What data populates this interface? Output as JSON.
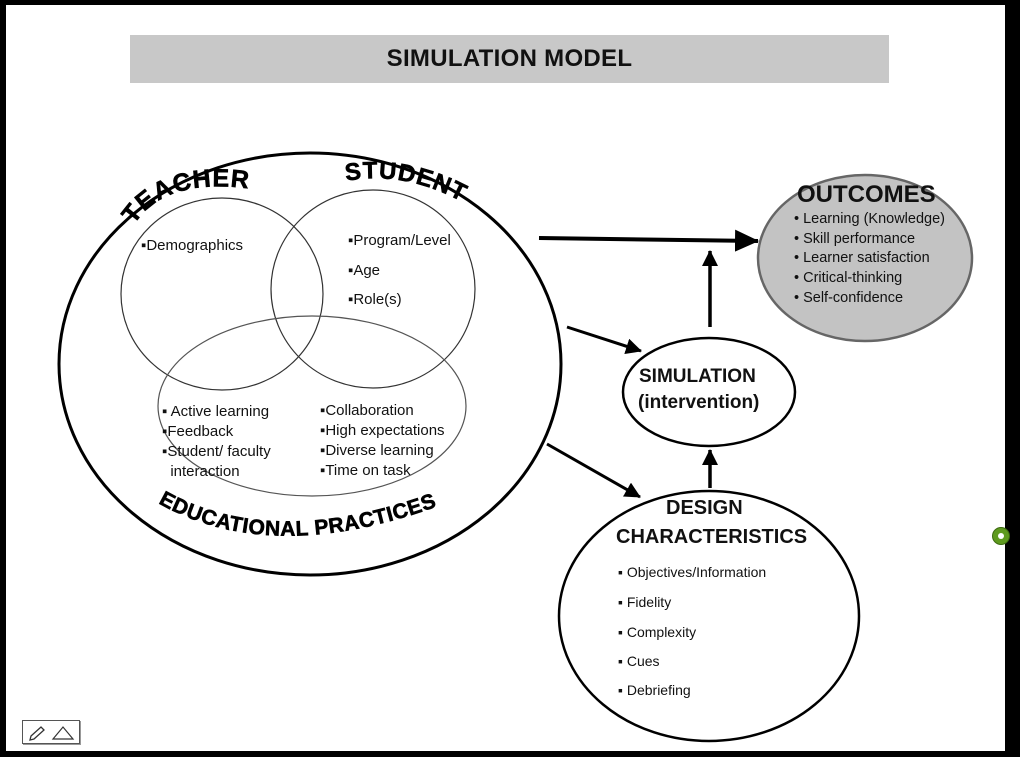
{
  "title": "SIMULATION MODEL",
  "labels": {
    "teacher": "TEACHER",
    "student": "STUDENT",
    "educational_practices": "EDUCATIONAL PRACTICES"
  },
  "teacher_items": [
    "▪Demographics"
  ],
  "student_items": [
    "▪Program/Level",
    "▪Age",
    "▪Role(s)"
  ],
  "practices_left": [
    "▪ Active learning",
    "▪Feedback",
    "▪Student/ faculty",
    "  interaction"
  ],
  "practices_right": [
    "▪Collaboration",
    "▪High expectations",
    "▪Diverse learning",
    "▪Time on task"
  ],
  "simulation": {
    "line1": "SIMULATION",
    "line2": "(intervention)"
  },
  "outcomes": {
    "title": "OUTCOMES",
    "items": [
      "• Learning (Knowledge)",
      "• Skill performance",
      "• Learner satisfaction",
      "• Critical-thinking",
      "• Self-confidence"
    ]
  },
  "design": {
    "line1": "DESIGN",
    "line2": "CHARACTERISTICS",
    "items": [
      "▪ Objectives/Information",
      "▪ Fidelity",
      "▪ Complexity",
      "▪ Cues",
      "▪ Debriefing"
    ]
  },
  "colors": {
    "outcomes_fill": "#c3c3c3",
    "title_bar": "#c8c8c8",
    "nav_dot": "#5e9a1e"
  }
}
